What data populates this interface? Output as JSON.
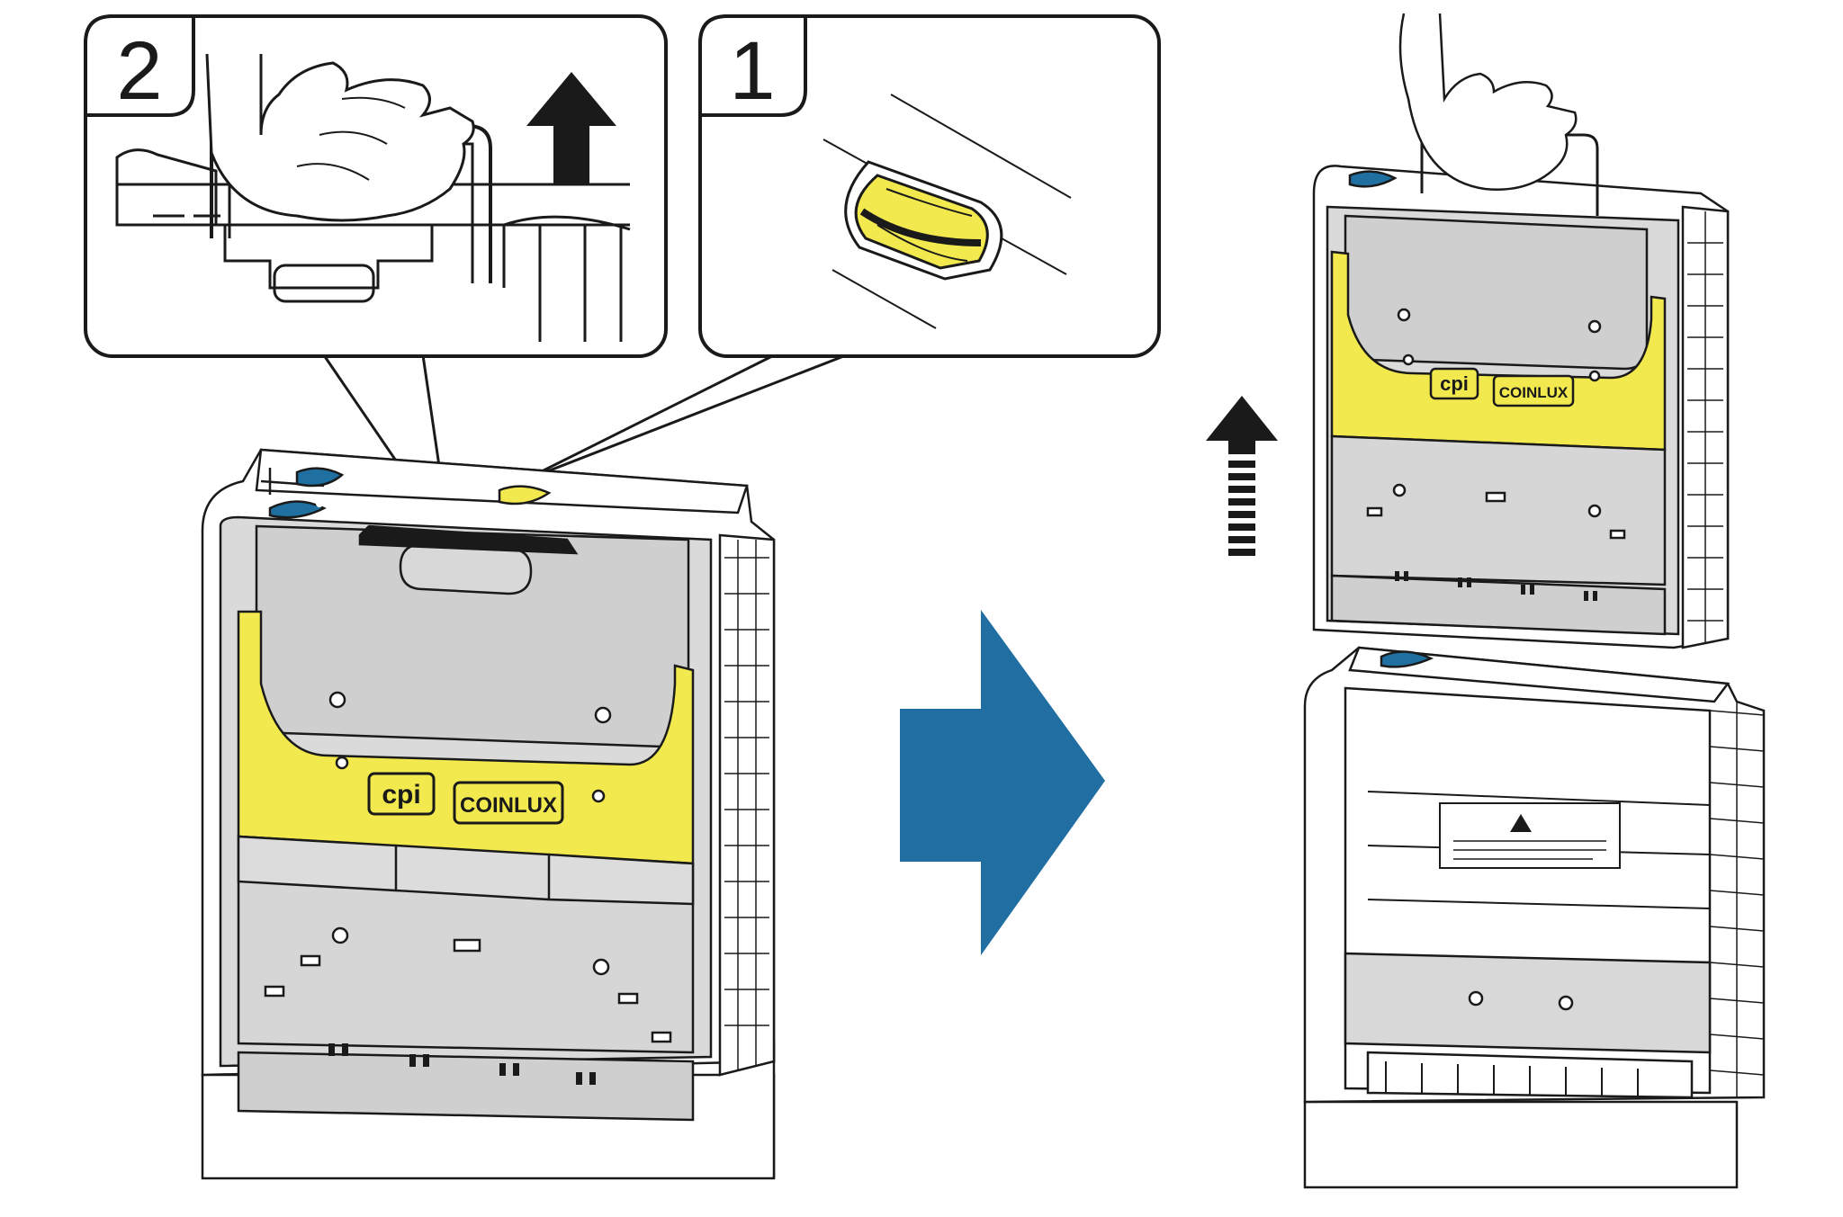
{
  "callouts": [
    {
      "step": "2",
      "action": "lift-handle"
    },
    {
      "step": "1",
      "action": "press-yellow-release-lever"
    }
  ],
  "logos": {
    "cpi": "cpi",
    "coinlux": "COINLUX"
  },
  "colors": {
    "yellow": "#f2e94e",
    "blue": "#1f6fa0",
    "arrow_blue": "#216ea2",
    "body_grey": "#d9d9d9",
    "frame_white": "#ffffff",
    "line": "#1a1a1a"
  },
  "icons": [
    "up-arrow-icon",
    "right-arrow-icon",
    "hand-icon",
    "warning-label"
  ]
}
